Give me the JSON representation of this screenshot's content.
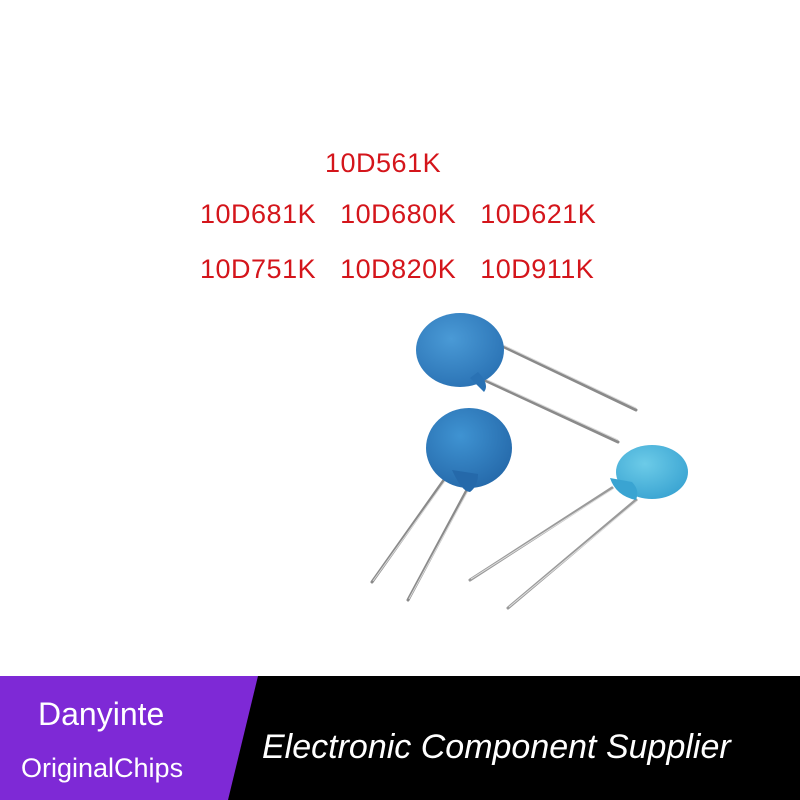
{
  "models": {
    "line1": [
      "10D561K"
    ],
    "line2": [
      "10D681K",
      "10D680K",
      "10D621K"
    ],
    "line3": [
      "10D751K",
      "10D820K",
      "10D911K"
    ]
  },
  "banner": {
    "brand_name": "Danyinte",
    "brand_sub": "OriginalChips",
    "tagline": "Electronic Component Supplier"
  },
  "colors": {
    "model_text": "#d4151b",
    "banner_left": "#7e29d6",
    "banner_right": "#000000",
    "varistor_dark": "#2f7fc2",
    "varistor_light": "#4fb3dc"
  },
  "icons": [
    "varistor-icon",
    "varistor-icon",
    "varistor-icon"
  ]
}
